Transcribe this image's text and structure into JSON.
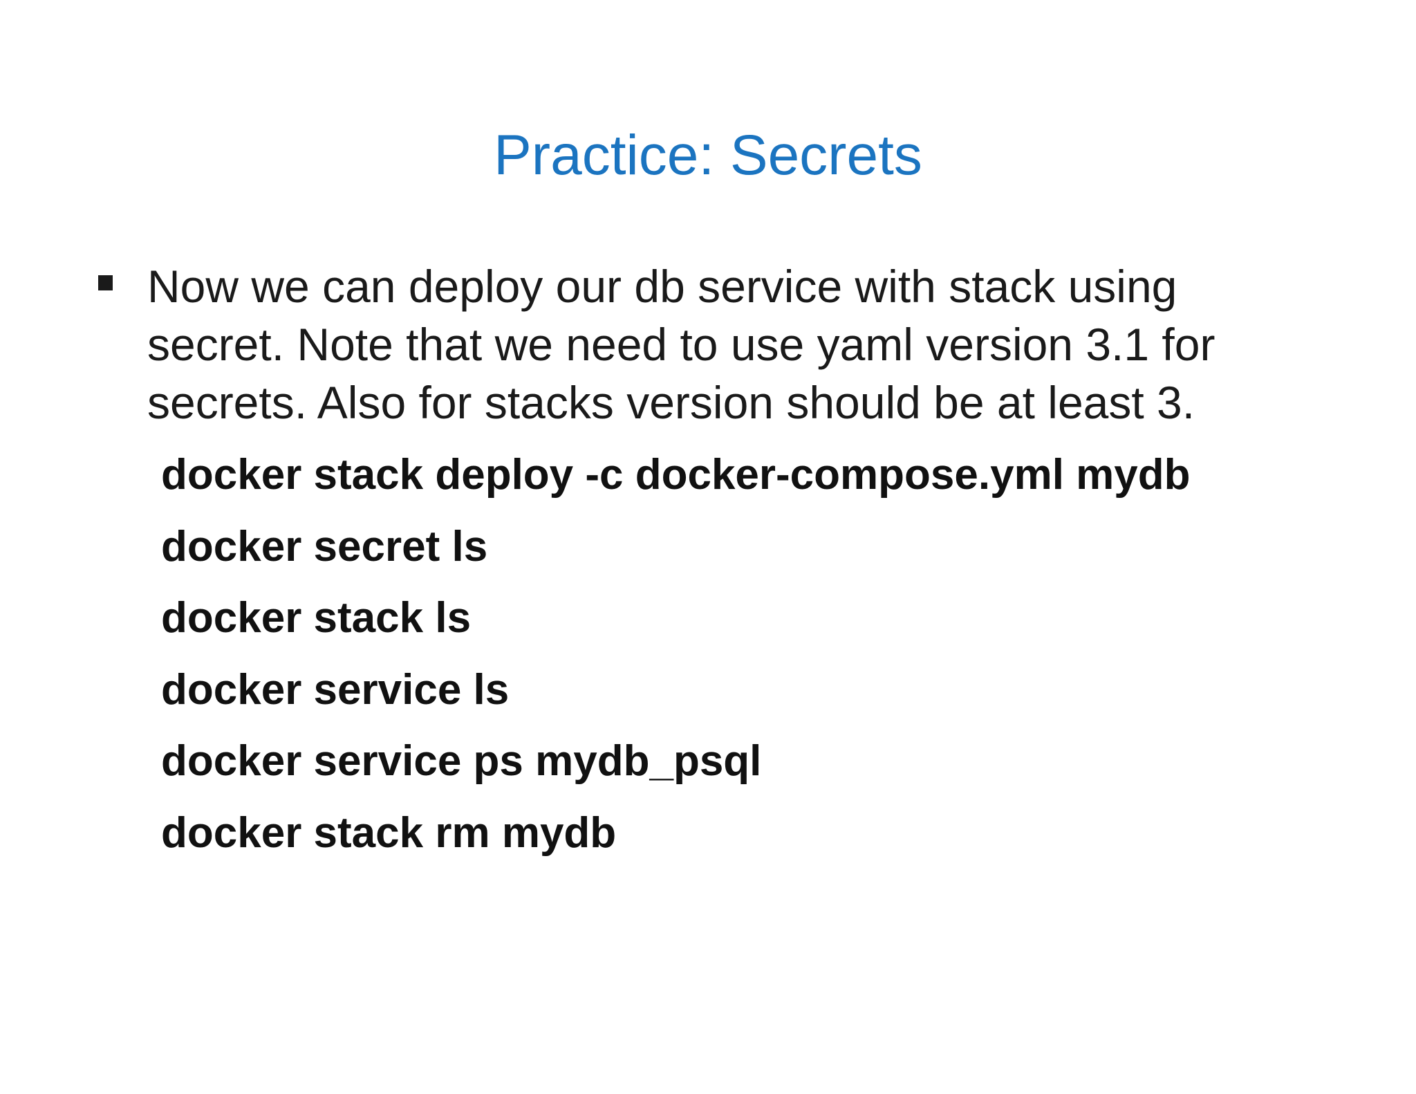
{
  "slide": {
    "title": "Practice: Secrets",
    "title_color": "#1b74c0",
    "text_color": "#1a1a1a",
    "background_color": "#ffffff",
    "bullet_paragraph": {
      "bullet_style": "filled-square",
      "lines": [
        "Now we can deploy our db service with stack using",
        "secret. Note that we need to use yaml version 3.1 for",
        "secrets. Also for stacks version should be at least 3."
      ]
    },
    "commands": [
      "docker stack deploy -c docker-compose.yml mydb",
      "docker secret ls",
      "docker stack ls",
      "docker service ls",
      "docker service ps mydb_psql",
      "docker stack rm mydb"
    ]
  }
}
